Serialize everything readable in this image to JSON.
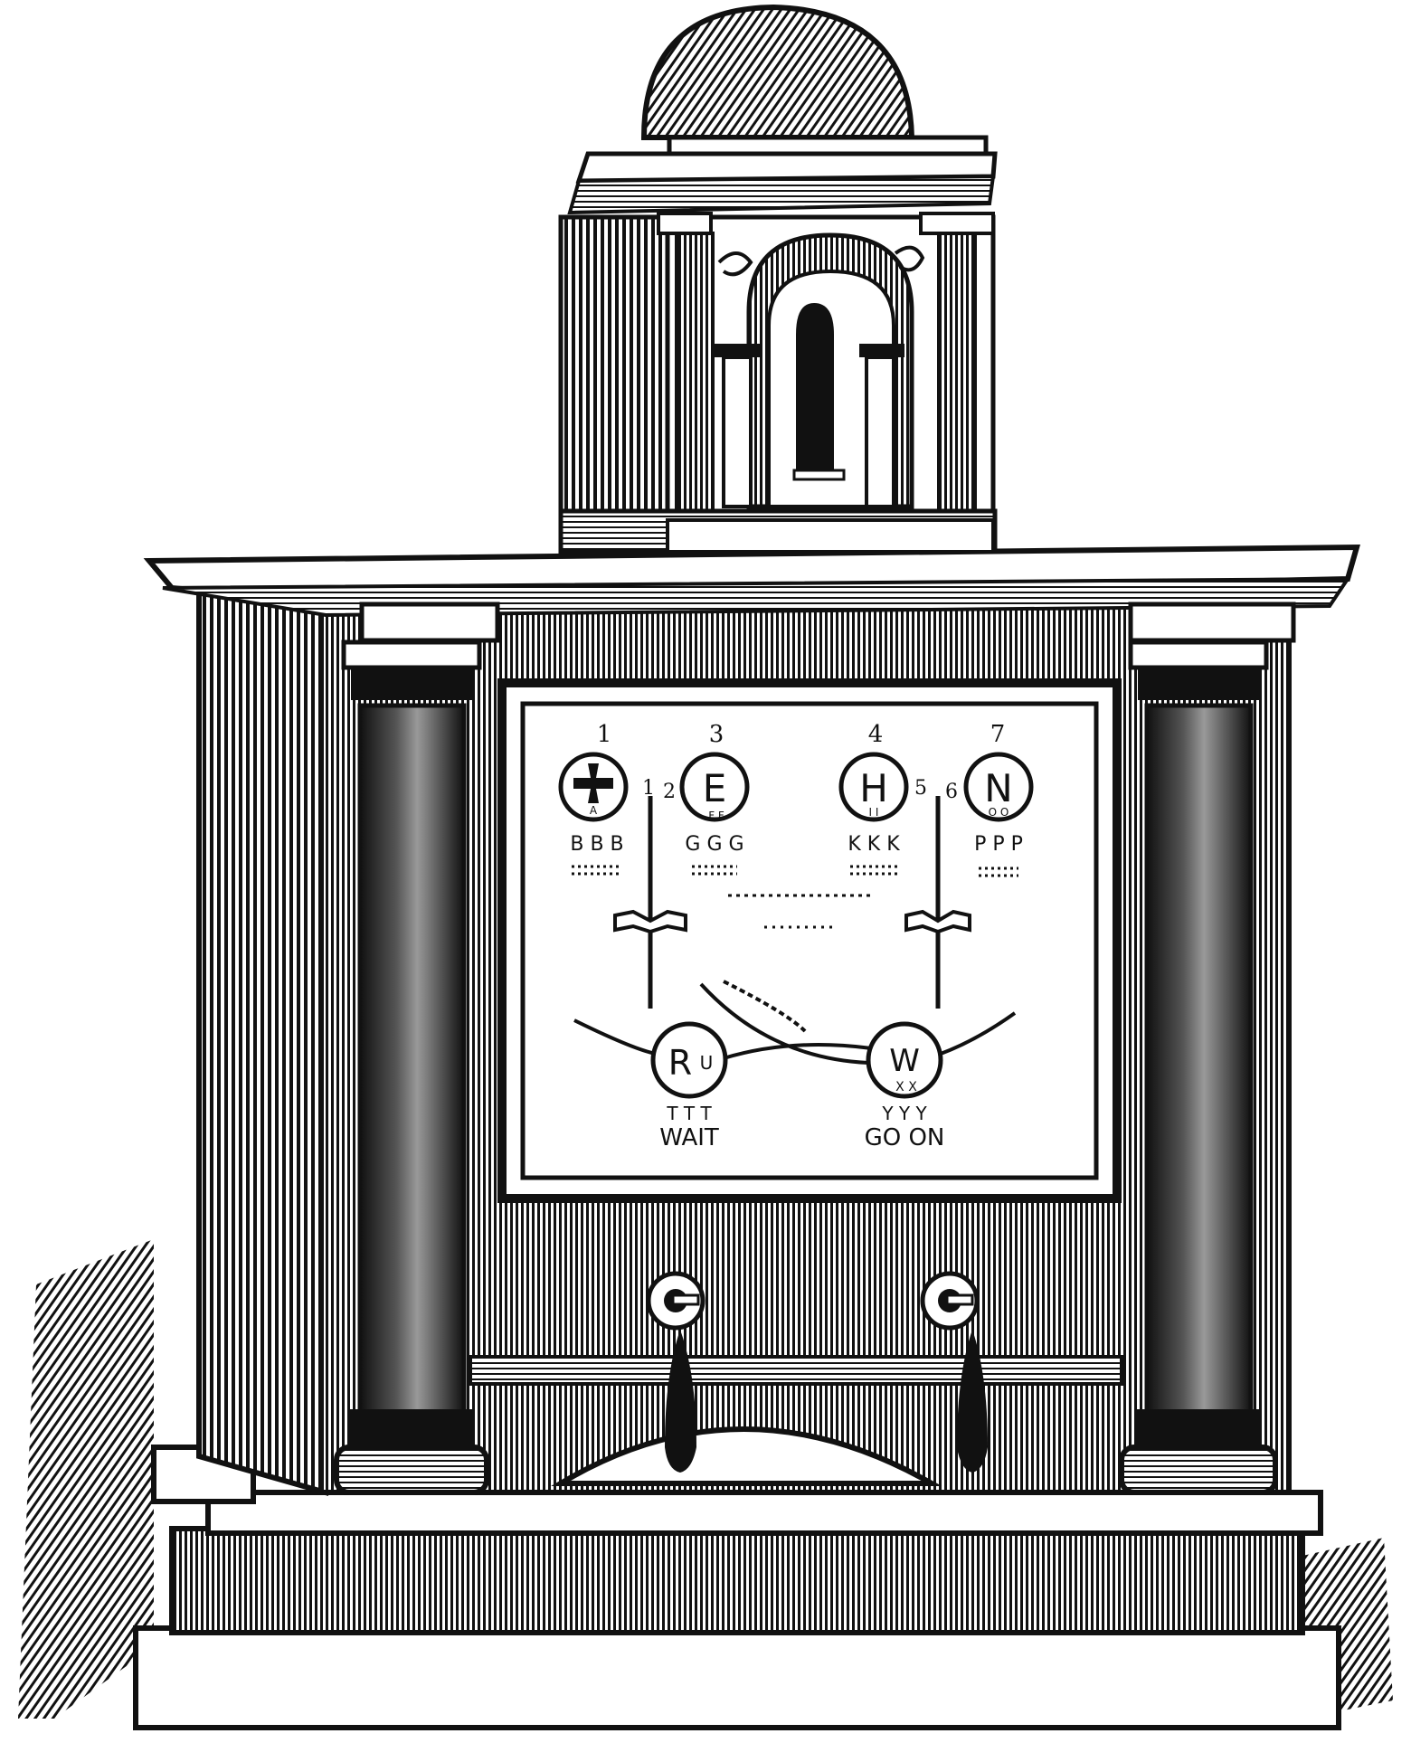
{
  "dial": {
    "top_numbers": [
      "1",
      "3",
      "4",
      "7"
    ],
    "needle_numbers": [
      "1",
      "2",
      "5",
      "6"
    ],
    "letters": [
      {
        "main": "",
        "sub": "A",
        "under": "B B B"
      },
      {
        "main": "E",
        "sub": "F F",
        "under": "G G G"
      },
      {
        "main": "H",
        "sub": "I I",
        "under": "K K K"
      },
      {
        "main": "N",
        "sub": "O O",
        "under": "P P P"
      }
    ],
    "lower_letters": [
      {
        "main": "R",
        "sub": "U",
        "under": "T T T",
        "word": "WAIT"
      },
      {
        "main": "W",
        "sub": "X X",
        "under": "Y Y Y",
        "word": "GO ON"
      }
    ]
  },
  "colors": {
    "ink": "#111111",
    "paper": "#ffffff"
  },
  "icons": [
    "maltese-cross-icon",
    "needle-icon",
    "handle-icon"
  ]
}
